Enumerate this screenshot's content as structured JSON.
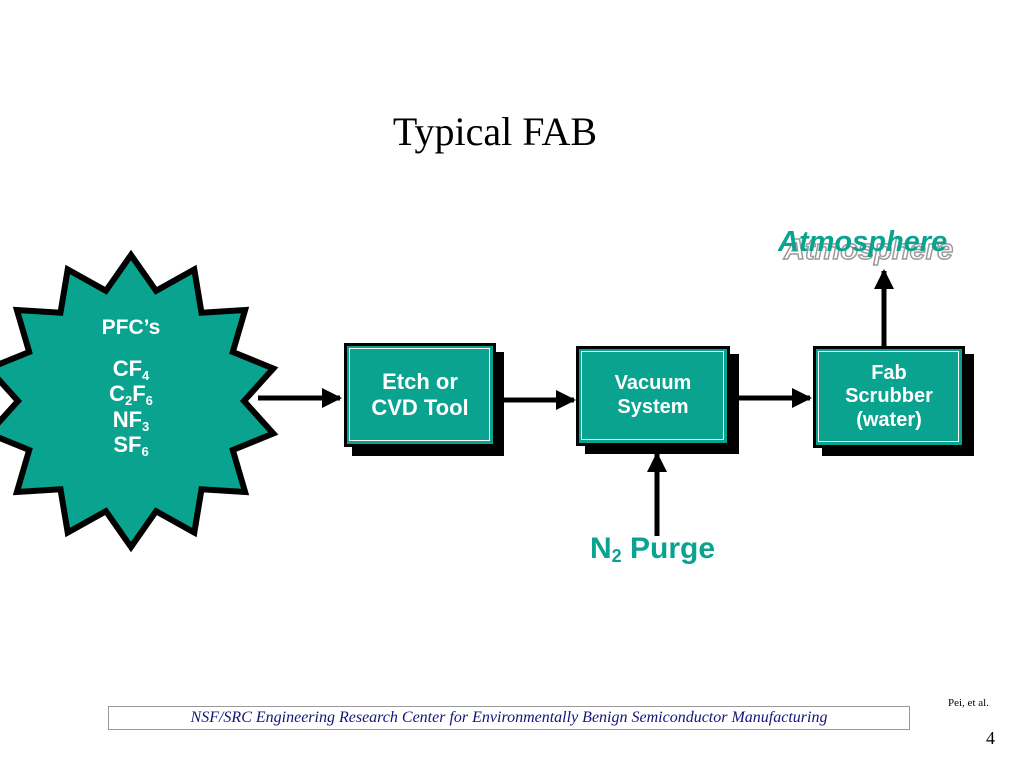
{
  "slide": {
    "title": "Typical FAB",
    "page_number": "4",
    "credit": "Pei, et al.",
    "footer": "NSF/SRC Engineering Research Center for Environmentally Benign Semiconductor Manufacturing"
  },
  "pfc": {
    "heading": "PFC’s",
    "formulas": [
      {
        "parts": [
          {
            "t": "CF"
          },
          {
            "s": "4"
          }
        ]
      },
      {
        "parts": [
          {
            "t": "C"
          },
          {
            "s": "2"
          },
          {
            "t": "F"
          },
          {
            "s": "6"
          }
        ]
      },
      {
        "parts": [
          {
            "t": "NF"
          },
          {
            "s": "3"
          }
        ]
      },
      {
        "parts": [
          {
            "t": "SF"
          },
          {
            "s": "6"
          }
        ]
      }
    ]
  },
  "boxes": {
    "etch": [
      "Etch or",
      "CVD Tool"
    ],
    "vacuum": [
      "Vacuum",
      "System"
    ],
    "scrubber": [
      "Fab",
      "Scrubber",
      "(water)"
    ]
  },
  "labels": {
    "atmosphere": "Atmosphere",
    "purge_prefix": "N",
    "purge_sub": "2",
    "purge_suffix": " Purge"
  },
  "colors": {
    "box_fill": "#0aa390",
    "accent_text": "#0aa390",
    "footer_text": "#14147a"
  }
}
